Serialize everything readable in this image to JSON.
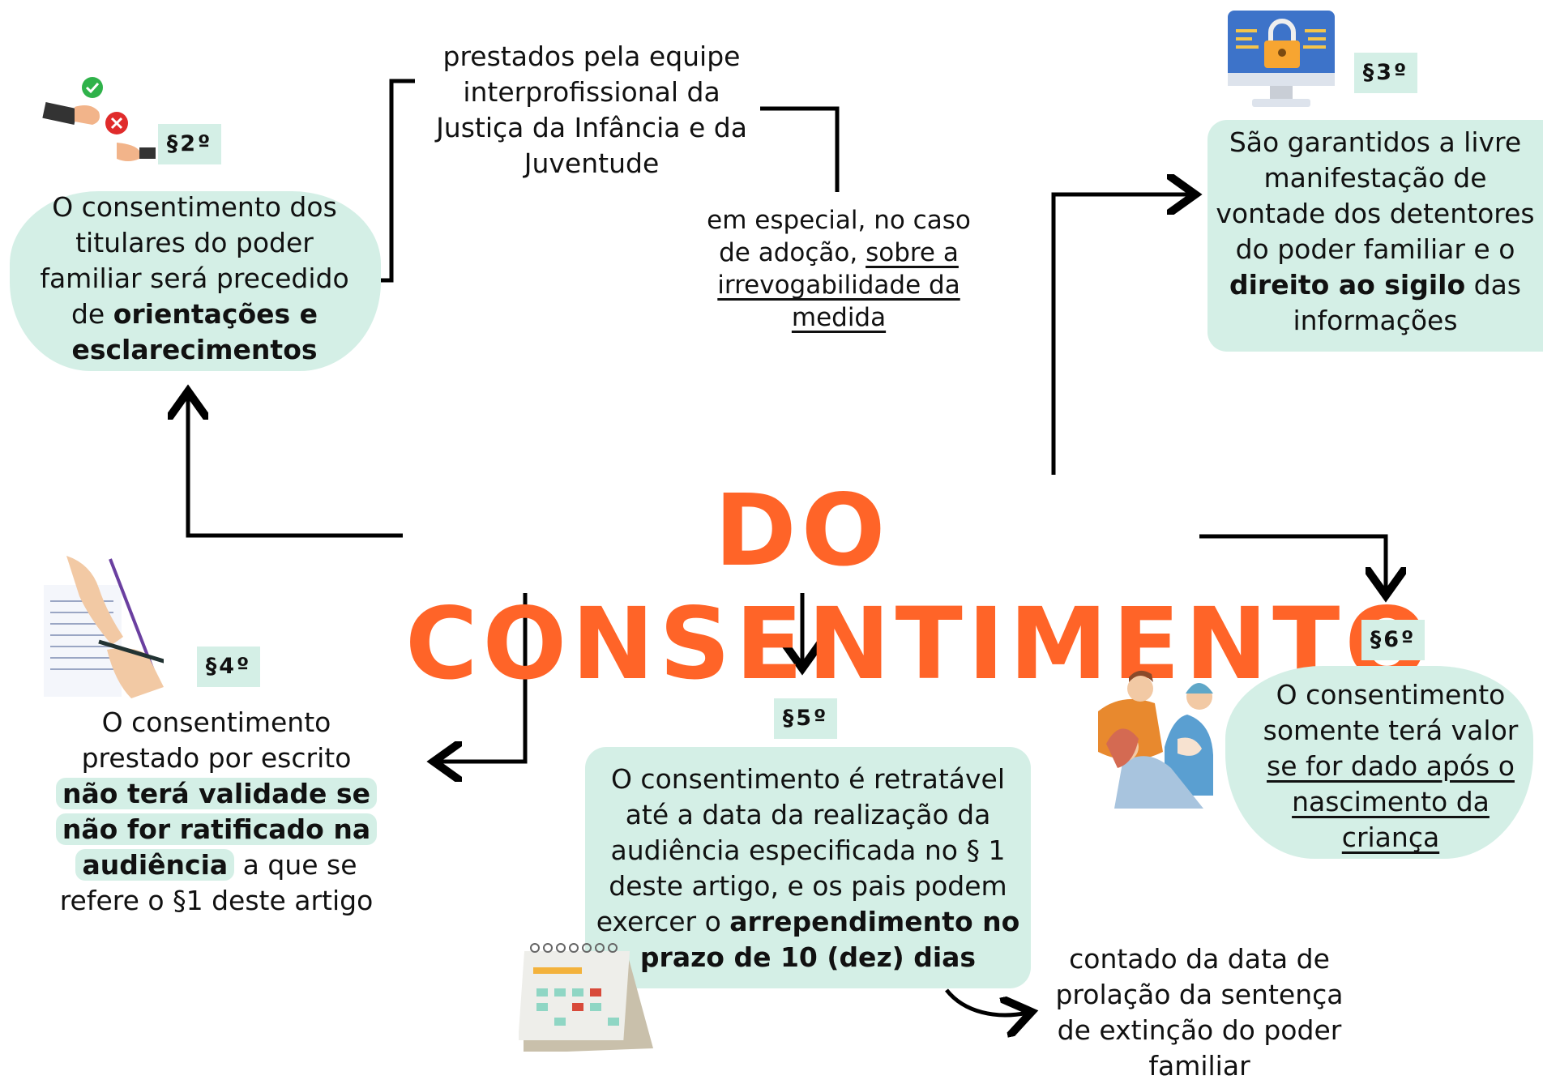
{
  "title": "DO CONSENTIMENTO",
  "colors": {
    "accent": "#ff6428",
    "box": "#d4efe6",
    "line": "#000000"
  },
  "p2": {
    "badge": "§2º",
    "pre": "O consentimento dos titulares do poder familiar será precedido de ",
    "bold": "orientações e esclarecimentos",
    "icon": "approve-reject-hands-icon"
  },
  "note_team": "prestados pela equipe interprofissional da Justiça da Infância e da Juventude",
  "note_adoption": {
    "pre": "em especial, no caso de adoção, ",
    "underline": "sobre a irrevogabilidade da medida"
  },
  "p3": {
    "badge": "§3º",
    "pre": "São garantidos a livre manifestação de vontade dos detentores do poder familiar e o ",
    "bold": "direito ao sigilo",
    "post": " das informações",
    "icon": "computer-lock-icon"
  },
  "p4": {
    "badge": "§4º",
    "pre": "O consentimento prestado por escrito",
    "bold1": "não terá validade se",
    "bold2": "não for ratificado na",
    "bold3": "audiência",
    "post": " a que se refere o §1 deste artigo",
    "icon": "signing-document-icon"
  },
  "p5": {
    "badge": "§5º",
    "pre": "O consentimento é retratável até a data da realização da audiência especificada no § 1 deste artigo, e os pais podem exercer o ",
    "bold": "arrependimento no prazo de 10 (dez) dias",
    "icon": "calendar-icon"
  },
  "note_counted": "contado da data de prolação da sentença de extinção do poder familiar",
  "p6": {
    "badge": "§6º",
    "pre": "O consentimento somente terá valor ",
    "underline": "se for dado após o nascimento da criança",
    "icon": "family-newborn-icon"
  }
}
